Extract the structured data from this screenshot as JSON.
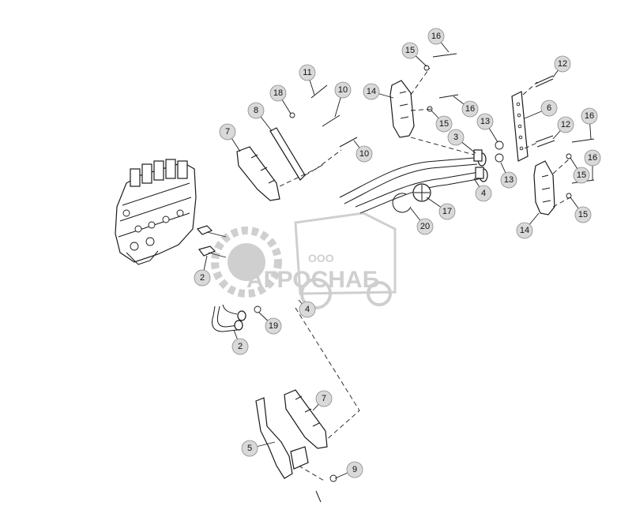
{
  "watermark": {
    "prefix": "ООО",
    "brand": "АГРОСНАБ"
  },
  "callouts": [
    {
      "id": "c16a",
      "label": "16"
    },
    {
      "id": "c15a",
      "label": "15"
    },
    {
      "id": "c12a",
      "label": "12"
    },
    {
      "id": "c14a",
      "label": "14"
    },
    {
      "id": "c16b",
      "label": "16"
    },
    {
      "id": "c15b",
      "label": "15"
    },
    {
      "id": "c6",
      "label": "6"
    },
    {
      "id": "c13a",
      "label": "13"
    },
    {
      "id": "c12b",
      "label": "12"
    },
    {
      "id": "c16c",
      "label": "16"
    },
    {
      "id": "c3",
      "label": "3"
    },
    {
      "id": "c13b",
      "label": "13"
    },
    {
      "id": "c4a",
      "label": "4"
    },
    {
      "id": "c16d",
      "label": "16"
    },
    {
      "id": "c15c",
      "label": "15"
    },
    {
      "id": "c15d",
      "label": "15"
    },
    {
      "id": "c17",
      "label": "17"
    },
    {
      "id": "c20",
      "label": "20"
    },
    {
      "id": "c14b",
      "label": "14"
    },
    {
      "id": "c11",
      "label": "11"
    },
    {
      "id": "c18",
      "label": "18"
    },
    {
      "id": "c10a",
      "label": "10"
    },
    {
      "id": "c8",
      "label": "8"
    },
    {
      "id": "c7a",
      "label": "7"
    },
    {
      "id": "c10b",
      "label": "10"
    },
    {
      "id": "c2a",
      "label": "2"
    },
    {
      "id": "c4b",
      "label": "4"
    },
    {
      "id": "c19",
      "label": "19"
    },
    {
      "id": "c2b",
      "label": "2"
    },
    {
      "id": "c7b",
      "label": "7"
    },
    {
      "id": "c5",
      "label": "5"
    },
    {
      "id": "c9",
      "label": "9"
    }
  ]
}
